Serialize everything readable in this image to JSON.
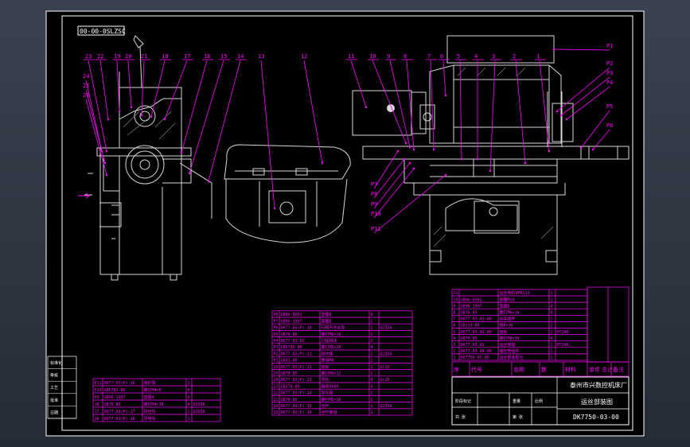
{
  "drawing": {
    "title_box": "00-00-0SLZSC",
    "company": "泰州市兴数控机床厂",
    "assembly_name": "运丝部装图",
    "drawing_number": "DK7750-03-00",
    "colors": {
      "paper": "#000000",
      "frame": "#ffffff",
      "leader": "#ff00ff",
      "part": "#d8d8d8",
      "accent": "#00ffff"
    }
  },
  "view1_labels": [
    "23",
    "22",
    "19",
    "20",
    "21",
    "18",
    "17",
    "16",
    "15",
    "14"
  ],
  "view1_side_labels": [
    "24",
    "25",
    "26"
  ],
  "view2_labels": [
    "13",
    "12"
  ],
  "view3_labels": [
    "11",
    "10",
    "9",
    "8",
    "7",
    "6",
    "5",
    "4",
    "3",
    "2",
    "1"
  ],
  "view3_right_labels": [
    "P1",
    "P2",
    "P3",
    "P4",
    "P5",
    "P6"
  ],
  "view3_left_labels": [
    "P7",
    "P8",
    "P9",
    "P10",
    "P11"
  ],
  "bom_headers": {
    "seq": "序",
    "code": "代号",
    "name": "名称",
    "qty": "数",
    "material": "材料",
    "unit_weight": "单件",
    "total_weight": "总计",
    "weight": "重量",
    "remark": "备注"
  },
  "bom_right_rows": [
    {
      "seq": "11",
      "code": "",
      "name": "运丝电机4FR114",
      "qty": "1",
      "material": ""
    },
    {
      "seq": "10",
      "code": "GB96-8502",
      "name": "垫圈M10",
      "qty": "1",
      "material": ""
    },
    {
      "seq": "9",
      "code": "GB96-1997",
      "name": "垫圈8",
      "qty": "4",
      "material": ""
    },
    {
      "seq": "8",
      "code": "GB70-85",
      "name": "螺钉M6×16",
      "qty": "4",
      "material": ""
    },
    {
      "seq": "7",
      "code": "DK77-03-03-00",
      "name": "丝架组件",
      "qty": "1",
      "material": ""
    },
    {
      "seq": "6",
      "code": "GB119-86",
      "name": "销8×30",
      "qty": "2",
      "material": ""
    },
    {
      "seq": "5",
      "code": "DK77-03-02-00",
      "name": "拖板",
      "qty": "1",
      "material": "HT200"
    },
    {
      "seq": "4",
      "code": "GB70-85",
      "name": "螺钉M8×30",
      "qty": "4",
      "material": ""
    },
    {
      "seq": "3",
      "code": "DK77-03-01",
      "name": "运丝底座",
      "qty": "1",
      "material": "HT200"
    },
    {
      "seq": "2",
      "code": "DK77-03-04-00",
      "name": "储丝筒组件",
      "qty": "1",
      "material": ""
    },
    {
      "seq": "1",
      "code": "DK7750-03-00",
      "name": "运丝部装配合",
      "qty": "1",
      "material": ""
    }
  ],
  "bom_mid_rows": [
    {
      "seq": "P8",
      "code": "GB96-8502",
      "name": "垫圈8",
      "qty": "4",
      "material": ""
    },
    {
      "seq": "P7",
      "code": "GB96-1997",
      "name": "垫圈8",
      "qty": "2",
      "material": ""
    },
    {
      "seq": "P6",
      "code": "DK77-03(P)-10",
      "name": "行程开关支架",
      "qty": "1",
      "material": "Q235A"
    },
    {
      "seq": "P5",
      "code": "GB70-85",
      "name": "螺钉M6×16",
      "qty": "2",
      "material": ""
    },
    {
      "seq": "P4",
      "code": "DK77-03-02",
      "name": "行程挡块",
      "qty": "2",
      "material": ""
    },
    {
      "seq": "P3",
      "code": "GB5783-86",
      "name": "螺钉M5×20",
      "qty": "4",
      "material": ""
    },
    {
      "seq": "P2",
      "code": "DK77-03(P)-11",
      "name": "挡块座",
      "qty": "1",
      "material": "Q235A"
    },
    {
      "seq": "P1",
      "code": "GB41-86",
      "name": "螺母M8",
      "qty": "2",
      "material": ""
    },
    {
      "seq": "26",
      "code": "DK77-03(P)-12",
      "name": "拖板",
      "qty": "1",
      "material": "Gr15"
    },
    {
      "seq": "25",
      "code": "GB70-85",
      "name": "螺钉M4×12",
      "qty": "2",
      "material": ""
    },
    {
      "seq": "24",
      "code": "DK77-03(P)-13",
      "name": "导轮",
      "qty": "4",
      "material": "Gr15"
    },
    {
      "seq": "23",
      "code": "GB276-89",
      "name": "轴承6000",
      "qty": "4",
      "material": ""
    },
    {
      "seq": "22",
      "code": "DK77-03(P)-14",
      "name": "导轮座",
      "qty": "2",
      "material": ""
    },
    {
      "seq": "21",
      "code": "GB70-85",
      "name": "螺钉M5×16",
      "qty": "2",
      "material": ""
    },
    {
      "seq": "20",
      "code": "DK77-03(P)-15",
      "name": "丝杆",
      "qty": "1",
      "material": "Q235A"
    },
    {
      "seq": "19",
      "code": "DK77-03(P)-16",
      "name": "丝杆螺母",
      "qty": "1",
      "material": ""
    }
  ],
  "bom_left_rows": [
    {
      "seq": "P11",
      "code": "DK77-03(P)-16",
      "name": "保护罩",
      "qty": "1",
      "material": ""
    },
    {
      "seq": "P10",
      "code": "GB5783-86",
      "name": "螺钉M4×8",
      "qty": "4",
      "material": ""
    },
    {
      "seq": "P9",
      "code": "GB96-1997",
      "name": "垫圈4",
      "qty": "4",
      "material": ""
    },
    {
      "seq": "18",
      "code": "GB70-85",
      "name": "螺钉M4×10",
      "qty": "4",
      "material": "Q235A"
    },
    {
      "seq": "17",
      "code": "DK77-03(P)-17",
      "name": "挡丝块",
      "qty": "1",
      "material": "Q235A"
    },
    {
      "seq": "16",
      "code": "DK77-03(P)-18",
      "name": "导电块",
      "qty": "1",
      "material": ""
    }
  ],
  "left_strip": [
    "标准化",
    "审核",
    "工艺",
    "批准",
    "日期"
  ],
  "title_block": {
    "scale_label": "比例",
    "weight_label": "重量",
    "sheet_label": "第 张",
    "sheets_label": "共 张",
    "stage_label": "阶段标记"
  }
}
